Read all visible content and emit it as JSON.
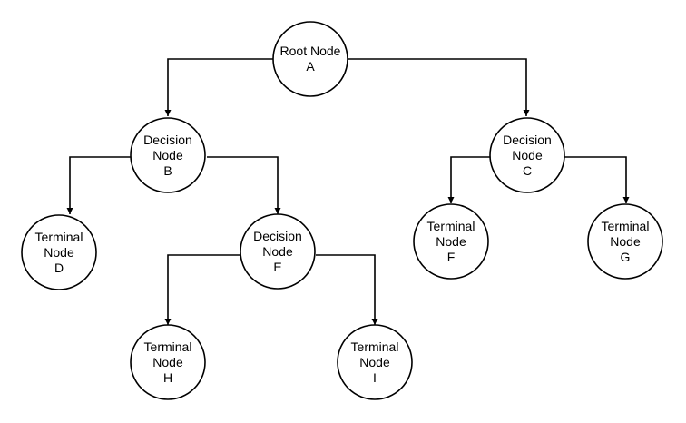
{
  "tree": {
    "nodes": {
      "A": {
        "lines": [
          "Root Node",
          "A"
        ]
      },
      "B": {
        "lines": [
          "Decision",
          "Node",
          "B"
        ]
      },
      "C": {
        "lines": [
          "Decision",
          "Node",
          "C"
        ]
      },
      "D": {
        "lines": [
          "Terminal",
          "Node",
          "D"
        ]
      },
      "E": {
        "lines": [
          "Decision",
          "Node",
          "E"
        ]
      },
      "F": {
        "lines": [
          "Terminal",
          "Node",
          "F"
        ]
      },
      "G": {
        "lines": [
          "Terminal",
          "Node",
          "G"
        ]
      },
      "H": {
        "lines": [
          "Terminal",
          "Node",
          "H"
        ]
      },
      "I": {
        "lines": [
          "Terminal",
          "Node",
          "I"
        ]
      }
    },
    "edges": [
      {
        "from": "A",
        "to": "B"
      },
      {
        "from": "A",
        "to": "C"
      },
      {
        "from": "B",
        "to": "D"
      },
      {
        "from": "B",
        "to": "E"
      },
      {
        "from": "E",
        "to": "H"
      },
      {
        "from": "E",
        "to": "I"
      },
      {
        "from": "C",
        "to": "F"
      },
      {
        "from": "C",
        "to": "G"
      }
    ]
  }
}
